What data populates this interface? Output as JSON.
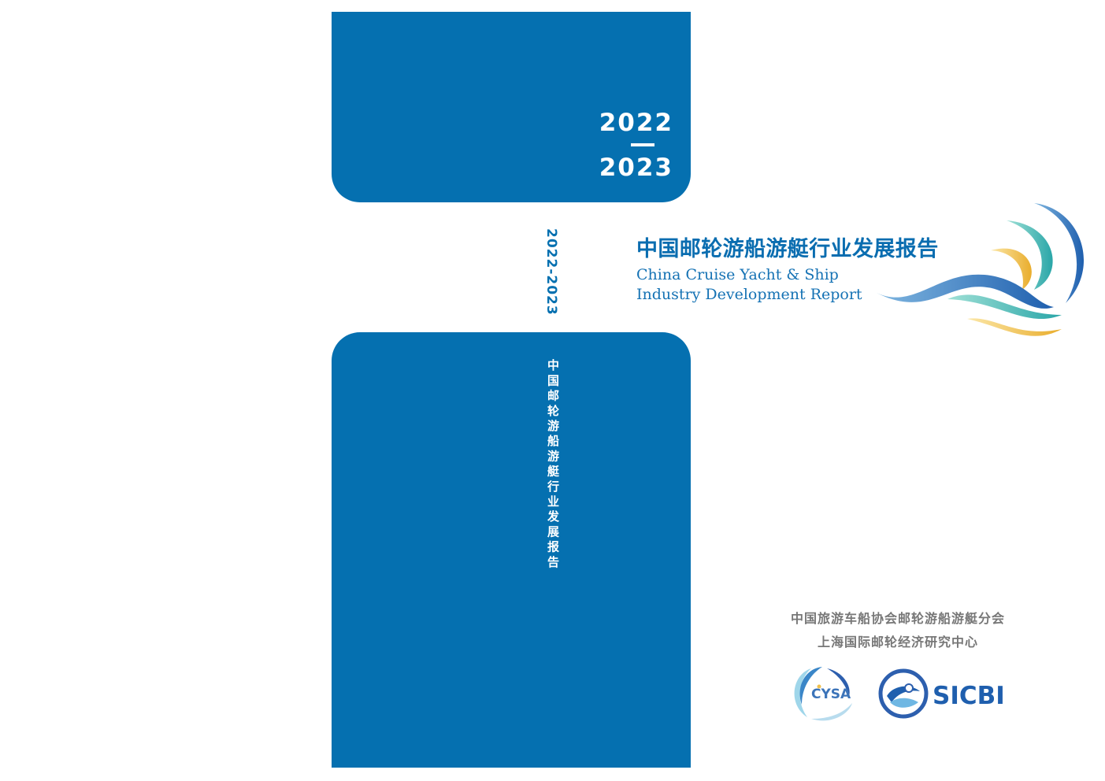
{
  "spine": {
    "year_start": "2022",
    "year_end": "2023",
    "years_vertical": "2022-2023",
    "title_vertical": "中国邮轮游船游艇行业发展报告"
  },
  "title": {
    "cn": "中国邮轮游船游艇行业发展报告",
    "en_line1": "China Cruise Yacht & Ship",
    "en_line2": "Industry Development Report"
  },
  "publishers": {
    "line1": "中国旅游车船协会邮轮游船游艇分会",
    "line2": "上海国际邮轮经济研究中心"
  },
  "logos": {
    "cysa": "CYSA",
    "sicbi": "SICBI"
  },
  "colors": {
    "brand_blue": "#0570b0",
    "teal": "#3fb9b4",
    "gold": "#f0c04c",
    "gray_text": "#777777"
  }
}
